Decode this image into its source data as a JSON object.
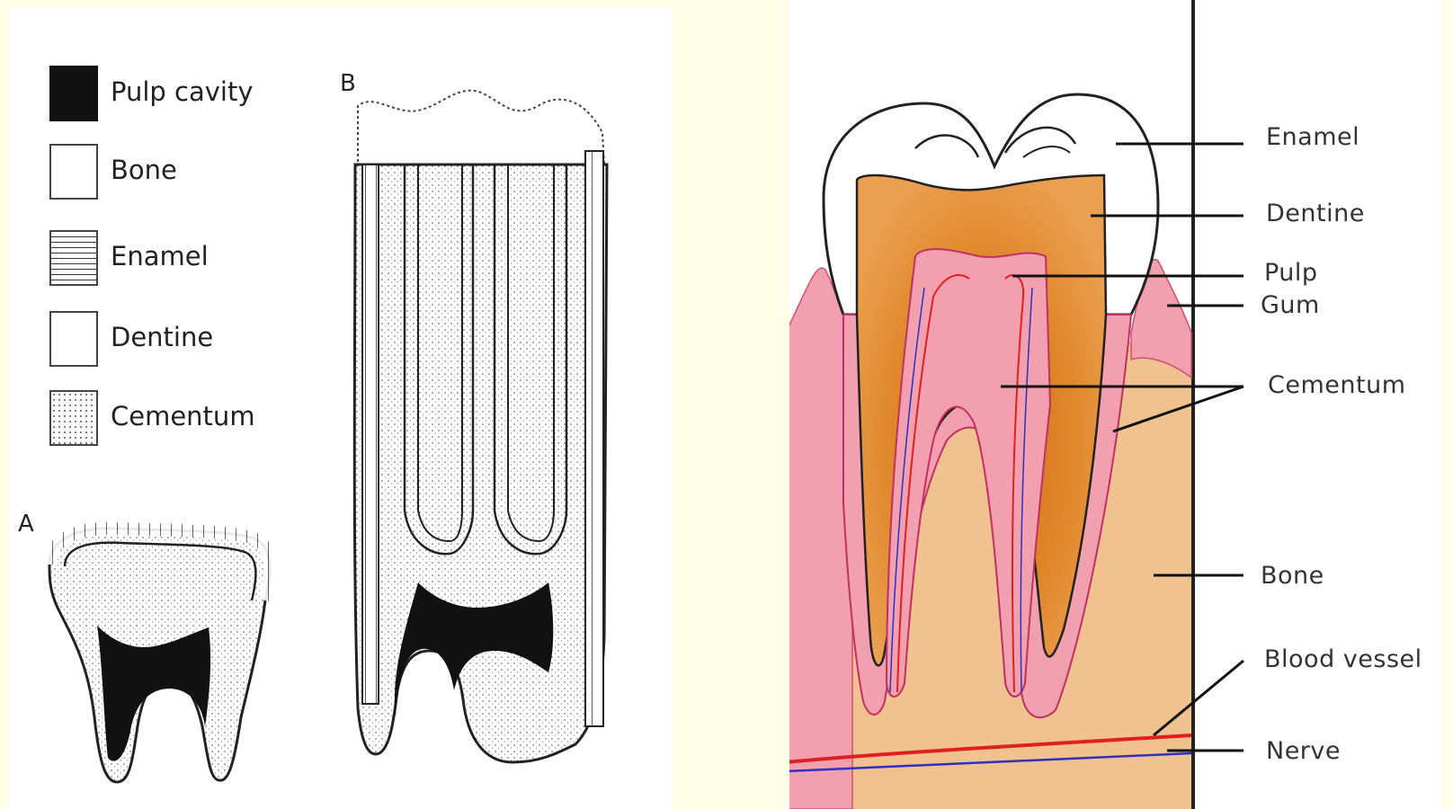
{
  "left_panel": {
    "legend": [
      {
        "key": "pulp",
        "label": "Pulp cavity"
      },
      {
        "key": "bone",
        "label": "Bone"
      },
      {
        "key": "enamel",
        "label": "Enamel"
      },
      {
        "key": "dentine",
        "label": "Dentine"
      },
      {
        "key": "cementum",
        "label": "Cementum"
      }
    ],
    "letter_a": "A",
    "letter_b": "B"
  },
  "right_panel": {
    "labels": {
      "enamel": "Enamel",
      "dentine": "Dentine",
      "pulp": "Pulp",
      "gum": "Gum",
      "cementum": "Cementum",
      "bone": "Bone",
      "blood_vessel": "Blood vessel",
      "nerve": "Nerve"
    }
  },
  "colors": {
    "page_background": "#fefde8",
    "dentine": "#e0862a",
    "bone": "#f0c290",
    "gum_pulp": "#f2a0b0",
    "blood": "#e02020",
    "nerve": "#3030c0"
  }
}
